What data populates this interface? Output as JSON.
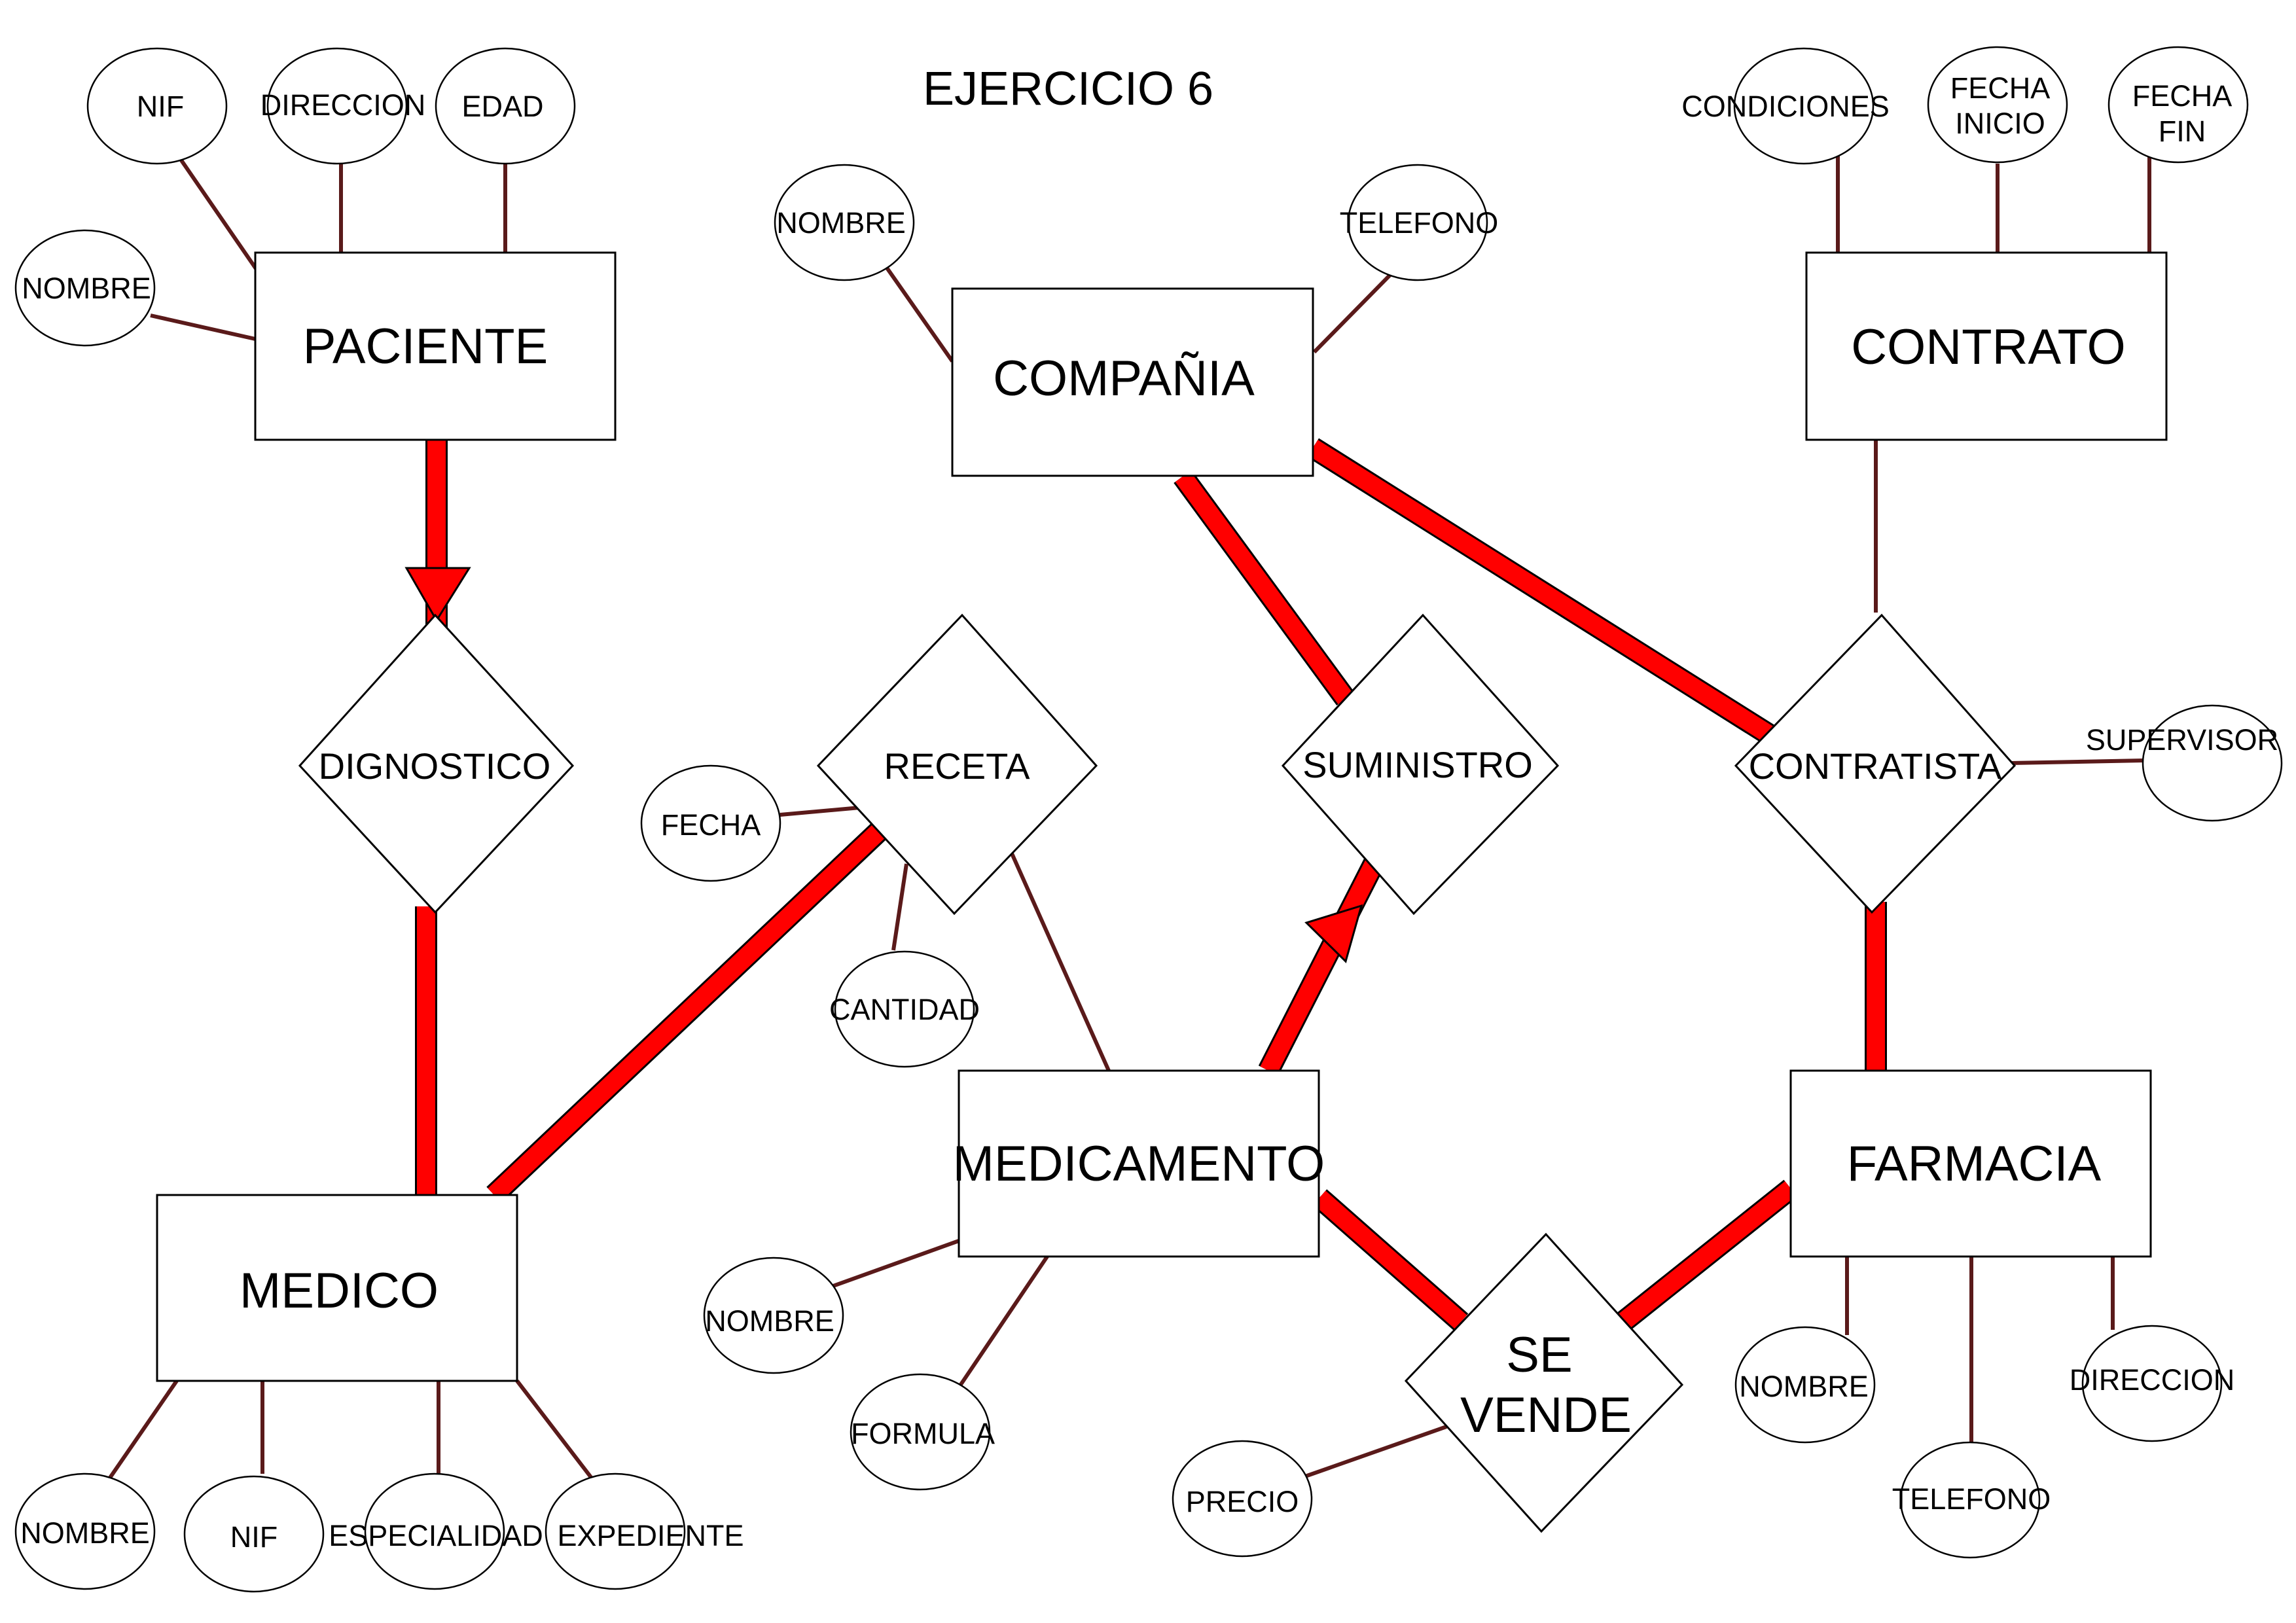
{
  "title": "EJERCICIO 6",
  "colors": {
    "relationship_line": "#ff0000",
    "attribute_line": "#5a1a1a",
    "outline": "#000000"
  },
  "entities": {
    "paciente": "PACIENTE",
    "compania": "COMPAÑIA",
    "contrato": "CONTRATO",
    "medico": "MEDICO",
    "medicamento": "MEDICAMENTO",
    "farmacia": "FARMACIA"
  },
  "relationships": {
    "dignostico": "DIGNOSTICO",
    "receta": "RECETA",
    "suministro": "SUMINISTRO",
    "contratista": "CONTRATISTA",
    "se_vende_line1": "SE",
    "se_vende_line2": "VENDE"
  },
  "attributes": {
    "paciente": {
      "nif": "NIF",
      "direccion": "DIRECCION",
      "edad": "EDAD",
      "nombre": "NOMBRE"
    },
    "compania": {
      "nombre": "NOMBRE",
      "telefono": "TELEFONO"
    },
    "contrato": {
      "condiciones": "CONDICIONES",
      "fecha_inicio_1": "FECHA",
      "fecha_inicio_2": "INICIO",
      "fecha_fin_1": "FECHA",
      "fecha_fin_2": "FIN"
    },
    "contratista": {
      "supervisor": "SUPERVISOR"
    },
    "receta": {
      "fecha": "FECHA",
      "cantidad": "CANTIDAD"
    },
    "medicamento": {
      "nombre": "NOMBRE",
      "formula": "FORMULA"
    },
    "se_vende": {
      "precio": "PRECIO"
    },
    "medico": {
      "nombre": "NOMBRE",
      "nif": "NIF",
      "especialidad": "ESPECIALIDAD",
      "expediente": "EXPEDIENTE"
    },
    "farmacia": {
      "nombre": "NOMBRE",
      "telefono": "TELEFONO",
      "direccion": "DIRECCION"
    }
  }
}
